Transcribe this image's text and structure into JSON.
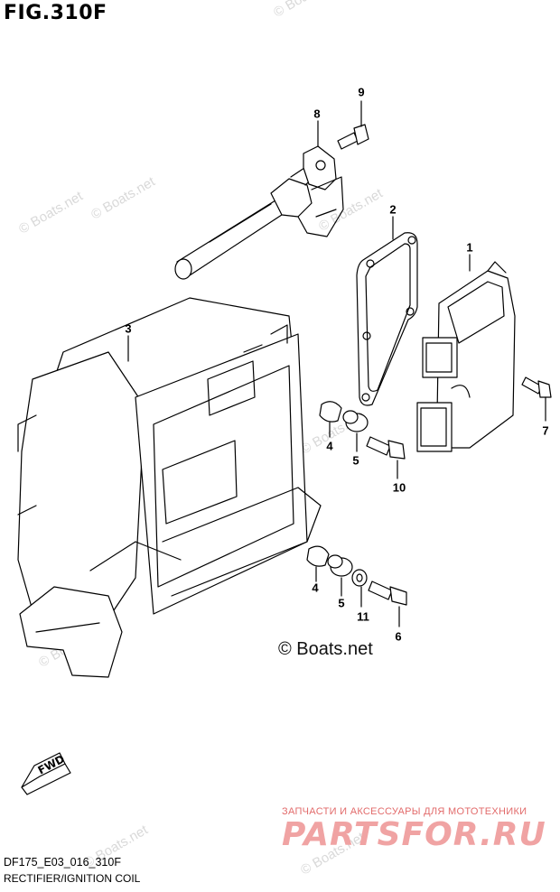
{
  "figure": {
    "title": "FIG.310F",
    "code": "DF175_E03_016_310F",
    "description": "RECTIFIER/IGNITION COIL"
  },
  "callouts": [
    "9",
    "8",
    "2",
    "1",
    "3",
    "4",
    "5",
    "10",
    "7",
    "4",
    "5",
    "11",
    "6"
  ],
  "direction_label": "FWD",
  "watermarks": {
    "main": "© Boats.net",
    "faint": "© Boats.net"
  },
  "shop": {
    "caption": "ЗАПЧАСТИ И АКСЕССУАРЫ ДЛЯ МОТОТЕХНИКИ",
    "logo_text": "PARTSFOR.RU"
  },
  "colors": {
    "line": "#000000",
    "watermark": "#d9d9d9",
    "shop_red": "#e26b6b"
  }
}
